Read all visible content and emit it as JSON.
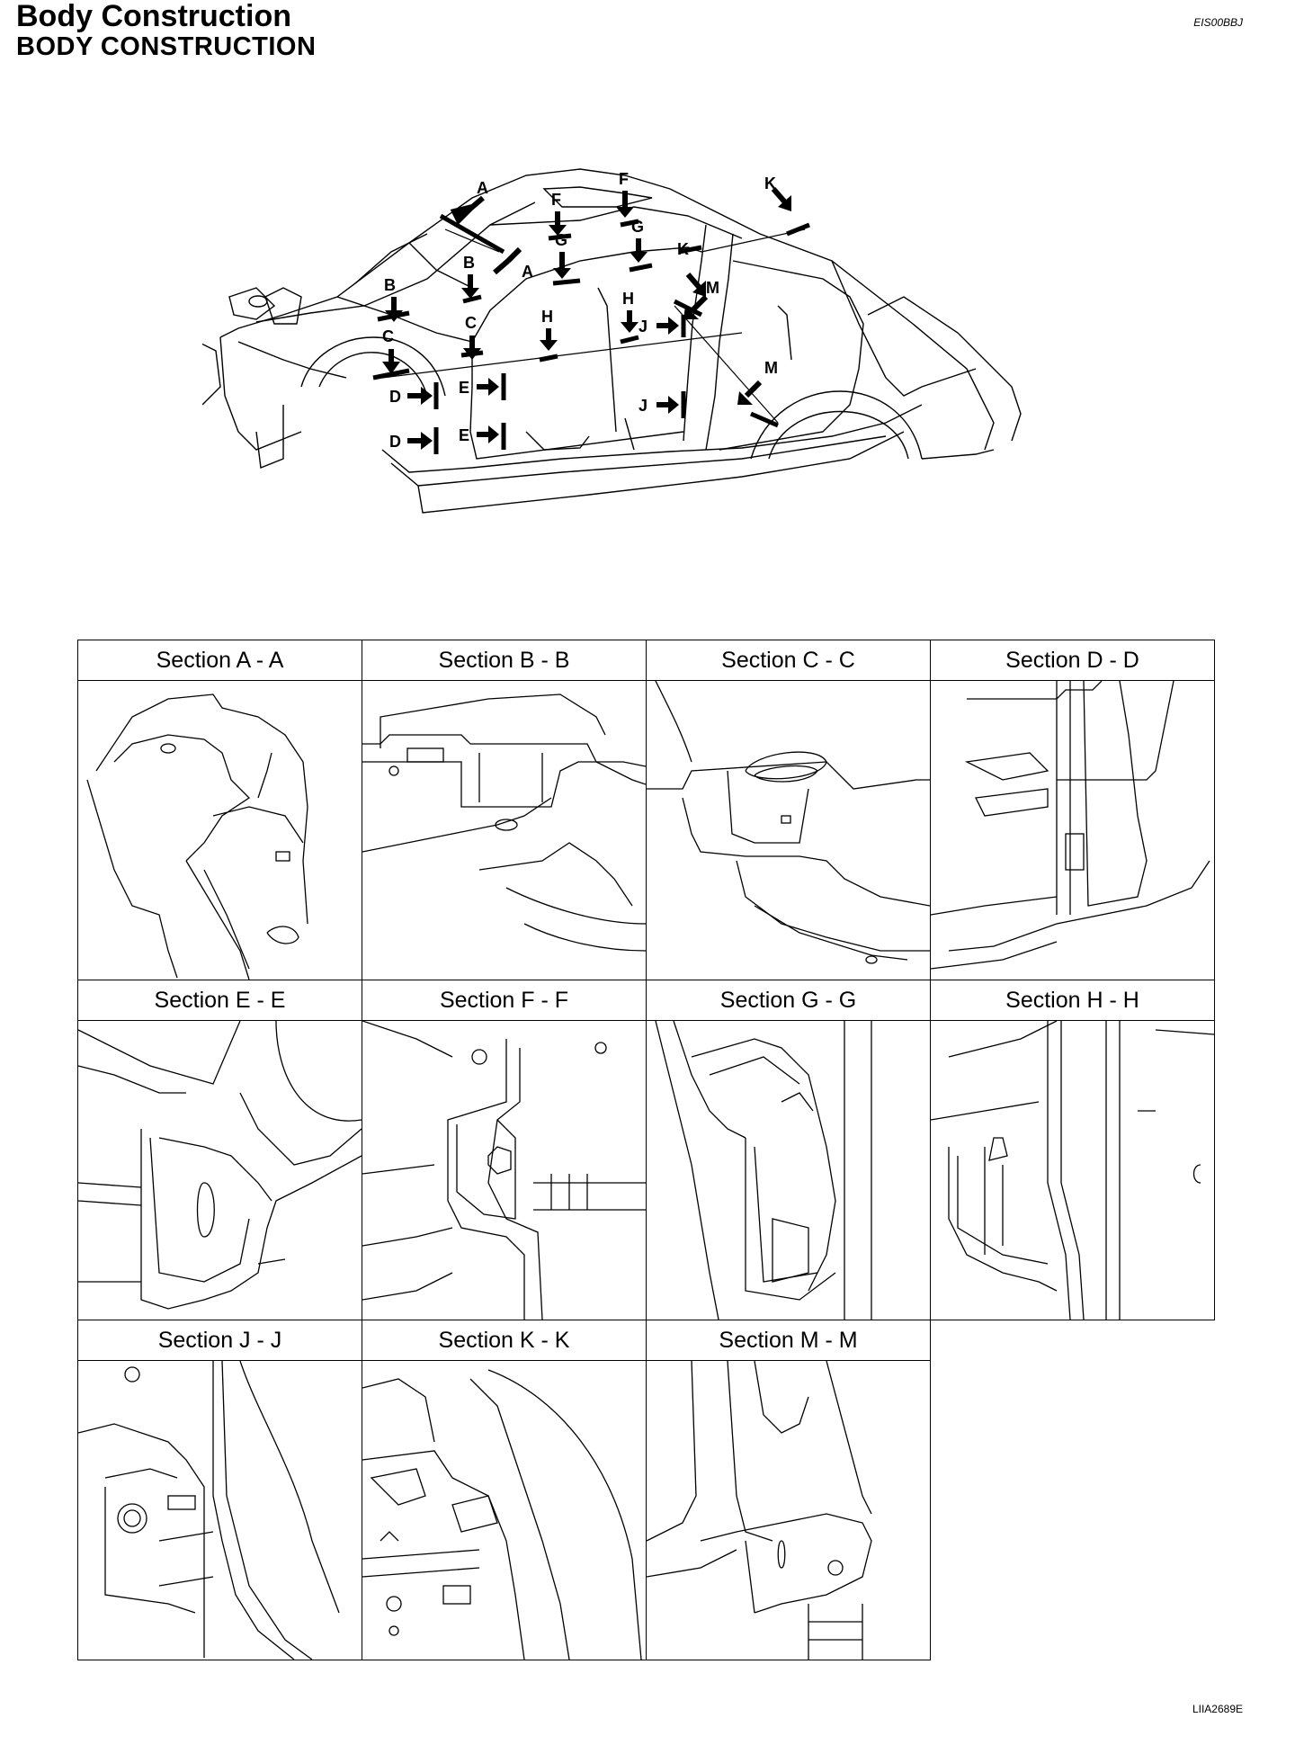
{
  "header": {
    "title": "Body Construction",
    "subtitle": "BODY CONSTRUCTION",
    "code": "EIS00BBJ"
  },
  "overview": {
    "callouts": [
      "A",
      "A",
      "B",
      "B",
      "C",
      "C",
      "D",
      "D",
      "E",
      "E",
      "F",
      "F",
      "G",
      "G",
      "H",
      "H",
      "J",
      "J",
      "K",
      "K",
      "M",
      "M"
    ]
  },
  "sections": [
    {
      "label": "Section A - A"
    },
    {
      "label": "Section B - B"
    },
    {
      "label": "Section C - C"
    },
    {
      "label": "Section D - D"
    },
    {
      "label": "Section E - E"
    },
    {
      "label": "Section F - F"
    },
    {
      "label": "Section G - G"
    },
    {
      "label": "Section H - H"
    },
    {
      "label": "Section J - J"
    },
    {
      "label": "Section K - K"
    },
    {
      "label": "Section M - M"
    }
  ],
  "figure_code": "LIIA2689E"
}
